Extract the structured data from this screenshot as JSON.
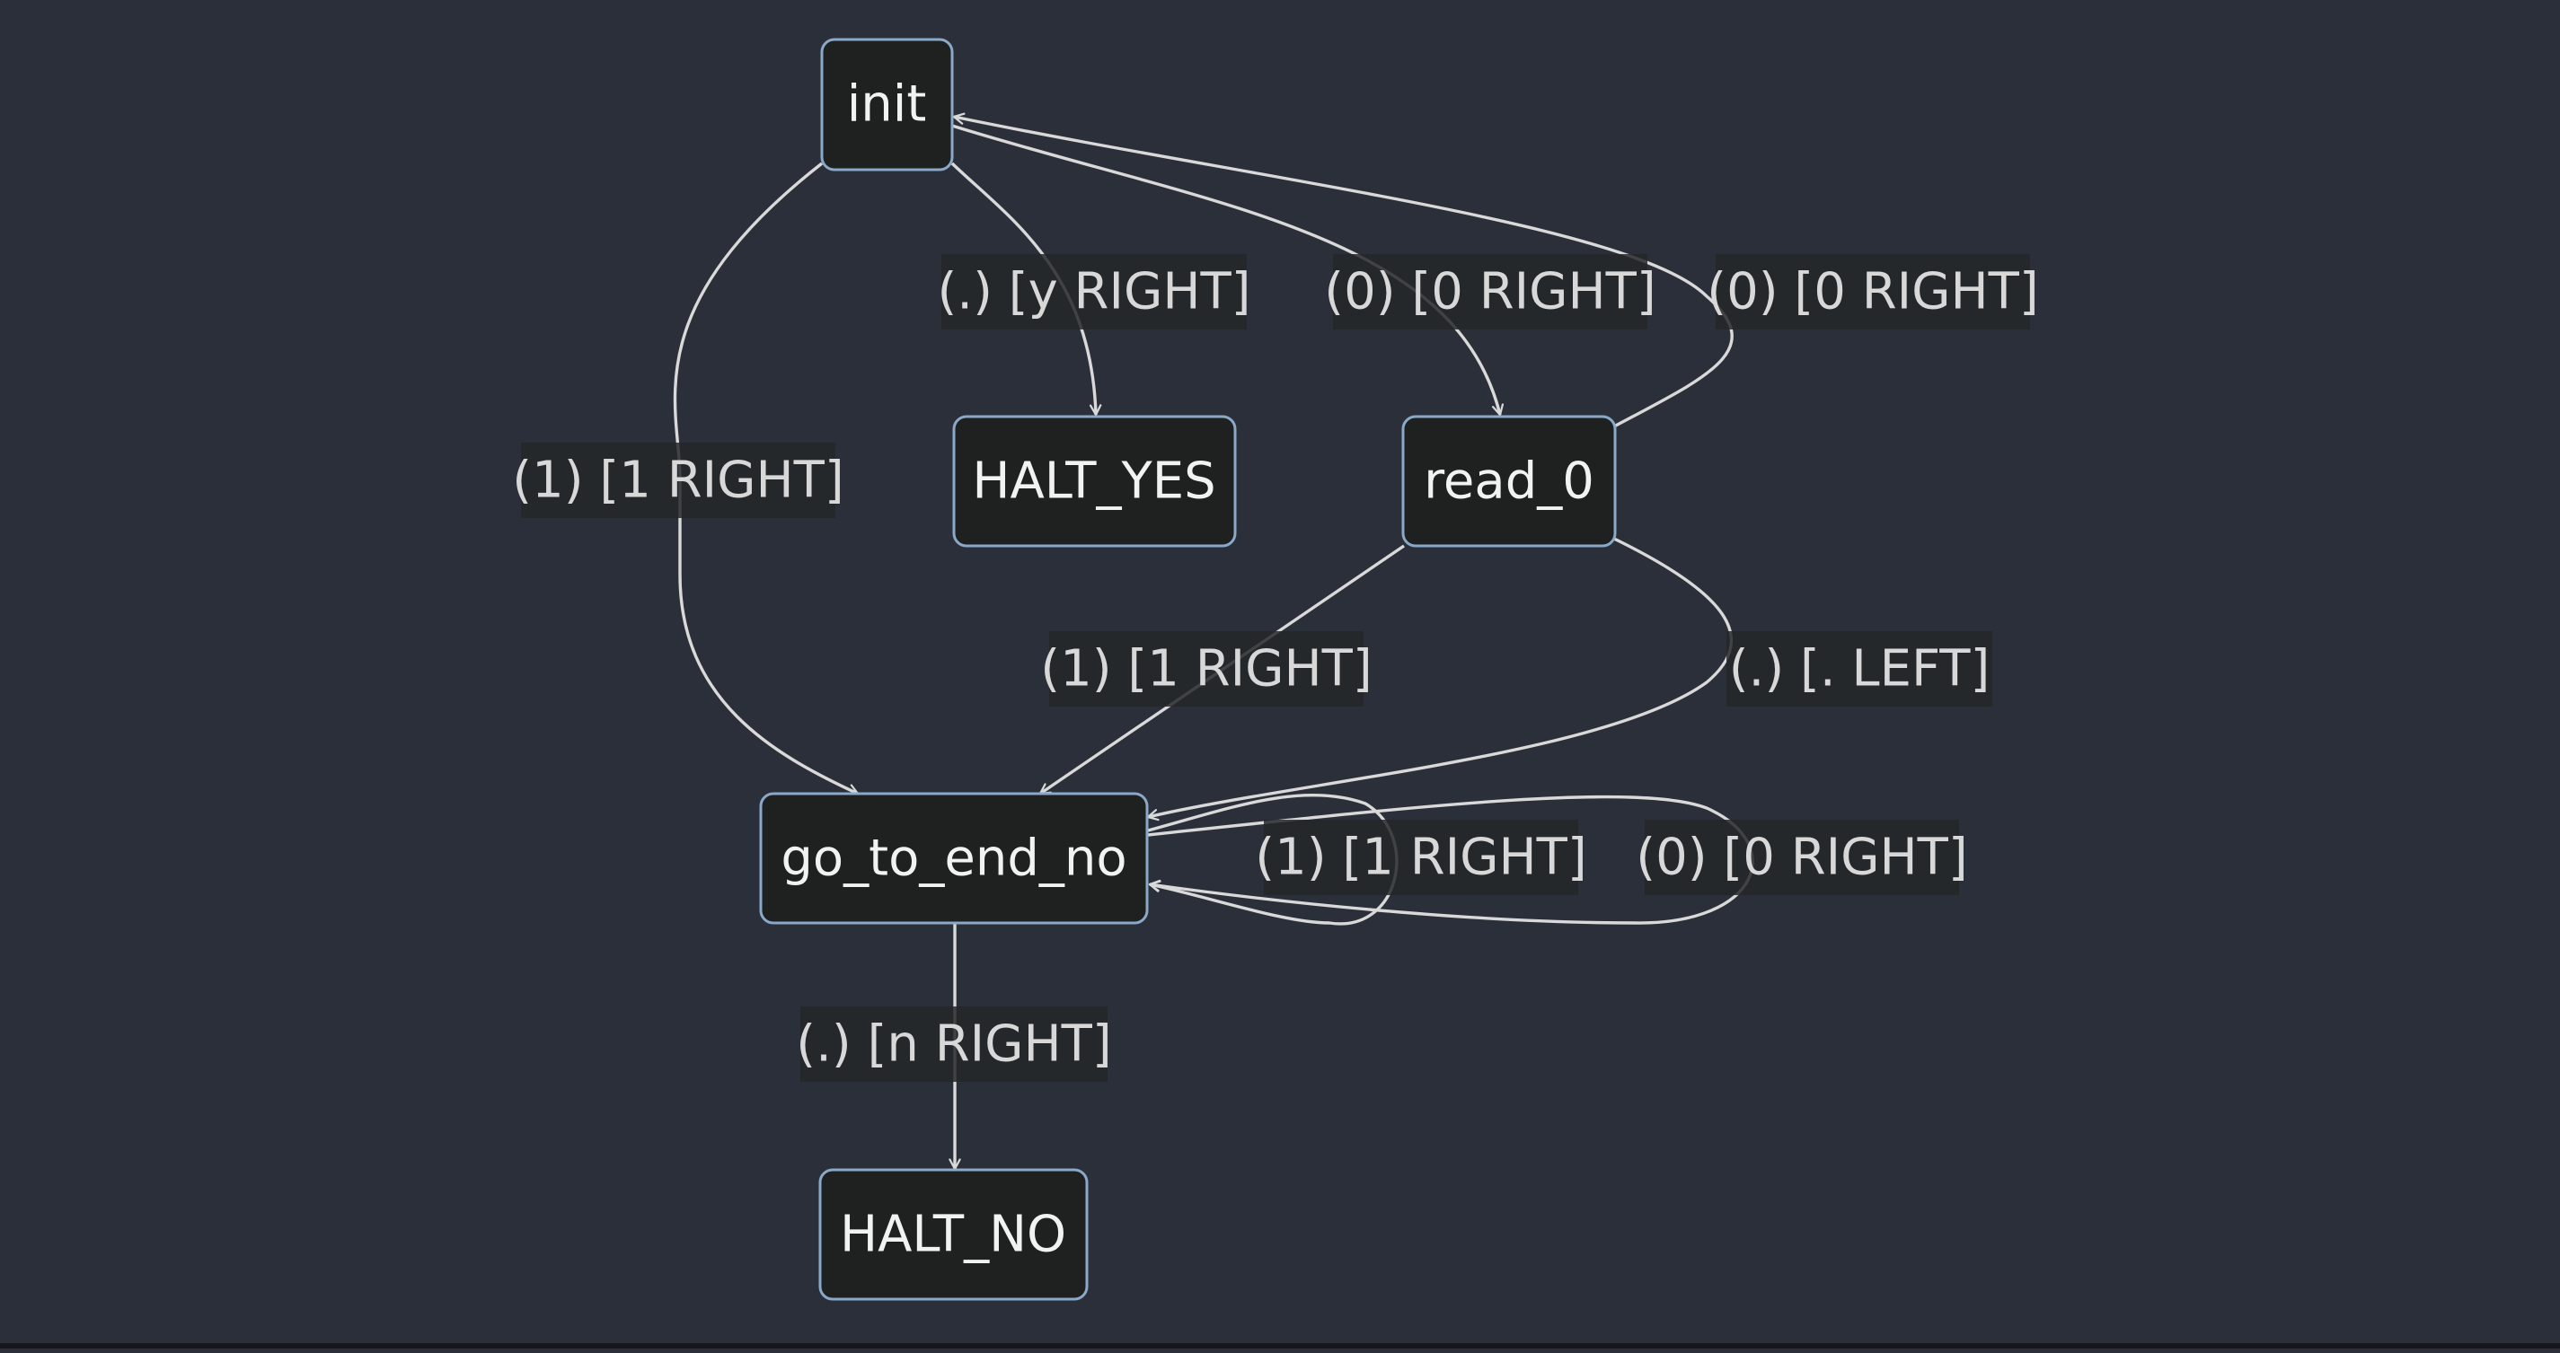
{
  "diagram": {
    "colors": {
      "background": "#2b2f3a",
      "node_fill": "#1f2020",
      "node_border": "#8aa8c8",
      "edge": "#d9d9d9",
      "text": "#f2f2f2"
    },
    "nodes": [
      {
        "id": "init",
        "label": "init"
      },
      {
        "id": "halt_yes",
        "label": "HALT_YES"
      },
      {
        "id": "read_0",
        "label": "read_0"
      },
      {
        "id": "go_to_end_no",
        "label": "go_to_end_no"
      },
      {
        "id": "halt_no",
        "label": "HALT_NO"
      }
    ],
    "edges": [
      {
        "id": "init-halt_yes",
        "from": "init",
        "to": "halt_yes",
        "label": "(.) [y RIGHT]"
      },
      {
        "id": "init-read_0",
        "from": "init",
        "to": "read_0",
        "label": "(0) [0 RIGHT]"
      },
      {
        "id": "read_0-init",
        "from": "read_0",
        "to": "init",
        "label": "(0) [0 RIGHT]"
      },
      {
        "id": "init-go_to_end_no",
        "from": "init",
        "to": "go_to_end_no",
        "label": "(1) [1 RIGHT]"
      },
      {
        "id": "read_0-go_to_end_no-1",
        "from": "read_0",
        "to": "go_to_end_no",
        "label": "(1) [1 RIGHT]"
      },
      {
        "id": "read_0-go_to_end_no-dot",
        "from": "read_0",
        "to": "go_to_end_no",
        "label": "(.) [. LEFT]"
      },
      {
        "id": "go_to_end_no-self-1",
        "from": "go_to_end_no",
        "to": "go_to_end_no",
        "label": "(1) [1 RIGHT]"
      },
      {
        "id": "go_to_end_no-self-0",
        "from": "go_to_end_no",
        "to": "go_to_end_no",
        "label": "(0) [0 RIGHT]"
      },
      {
        "id": "go_to_end_no-halt_no",
        "from": "go_to_end_no",
        "to": "halt_no",
        "label": "(.) [n RIGHT]"
      }
    ]
  }
}
